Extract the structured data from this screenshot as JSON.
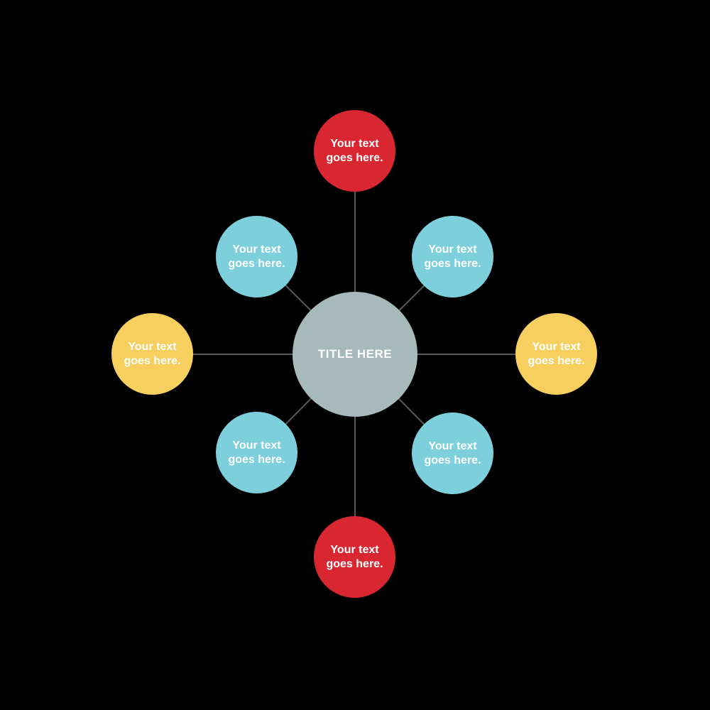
{
  "diagram": {
    "type": "radial-spoke-diagram",
    "center": {
      "label": "TITLE HERE",
      "color": "#a6babc"
    },
    "nodes": [
      {
        "position": "top",
        "label": "Your text goes here.",
        "color": "#d92732"
      },
      {
        "position": "top-right",
        "label": "Your text goes here.",
        "color": "#7ccfdb"
      },
      {
        "position": "right",
        "label": "Your text goes here.",
        "color": "#f6cf5f"
      },
      {
        "position": "bottom-right",
        "label": "Your text goes here.",
        "color": "#7ccfdb"
      },
      {
        "position": "bottom",
        "label": "Your text goes here.",
        "color": "#d92732"
      },
      {
        "position": "bottom-left",
        "label": "Your text goes here.",
        "color": "#7ccfdb"
      },
      {
        "position": "left",
        "label": "Your text goes here.",
        "color": "#f6cf5f"
      },
      {
        "position": "top-left",
        "label": "Your text goes here.",
        "color": "#7ccfdb"
      }
    ]
  },
  "colors": {
    "background": "#000000",
    "line": "#58595b",
    "text": "#ffffff",
    "red": "#d92732",
    "cyan": "#7ccfdb",
    "yellow": "#f6cf5f",
    "gray": "#a6babc"
  }
}
